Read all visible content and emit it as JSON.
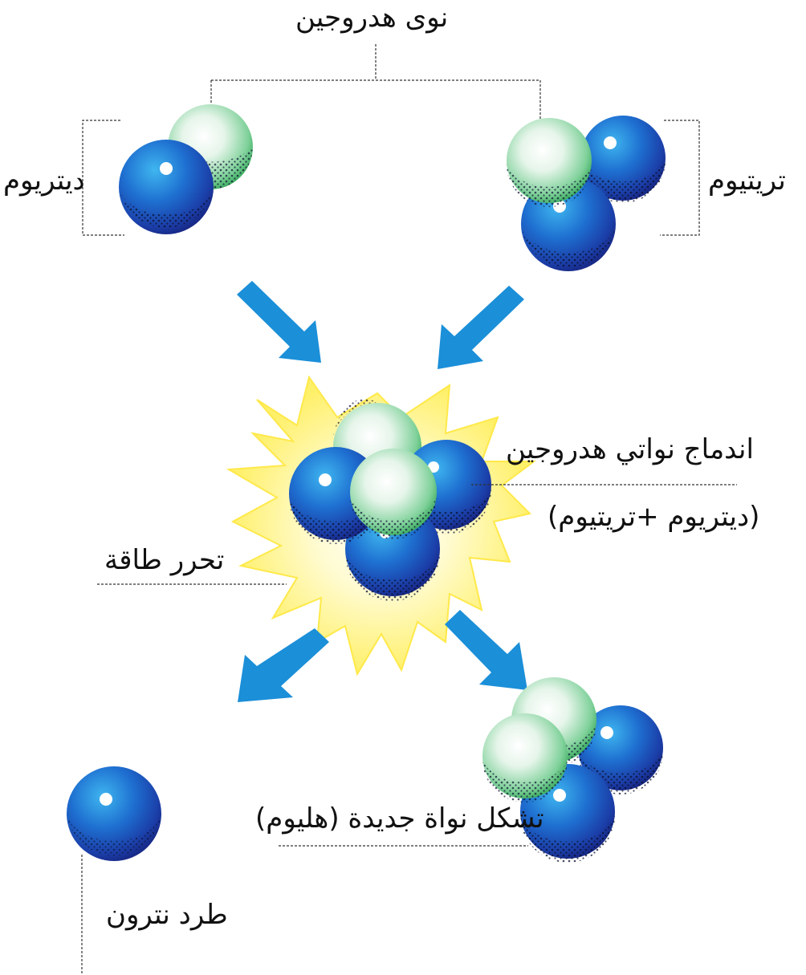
{
  "labels": {
    "hydrogen_nuclei": "نوى هدروجين",
    "deuterium": "ديتريوم",
    "tritium": "تريتيوم",
    "fusion": "اندماج نواتي هدروجين",
    "fusion_detail": "(ديتريوم +تريتيوم)",
    "energy_release": "تحرر طاقة",
    "new_nucleus": "تشكل نواة جديدة (هليوم)",
    "neutron_ejection": "طرد نترون"
  },
  "colors": {
    "proton": "#1a3fa8",
    "neutron": "#2aa84a",
    "arrow": "#1b8fd8",
    "burst": "#fff27a",
    "leader": "#333333"
  }
}
